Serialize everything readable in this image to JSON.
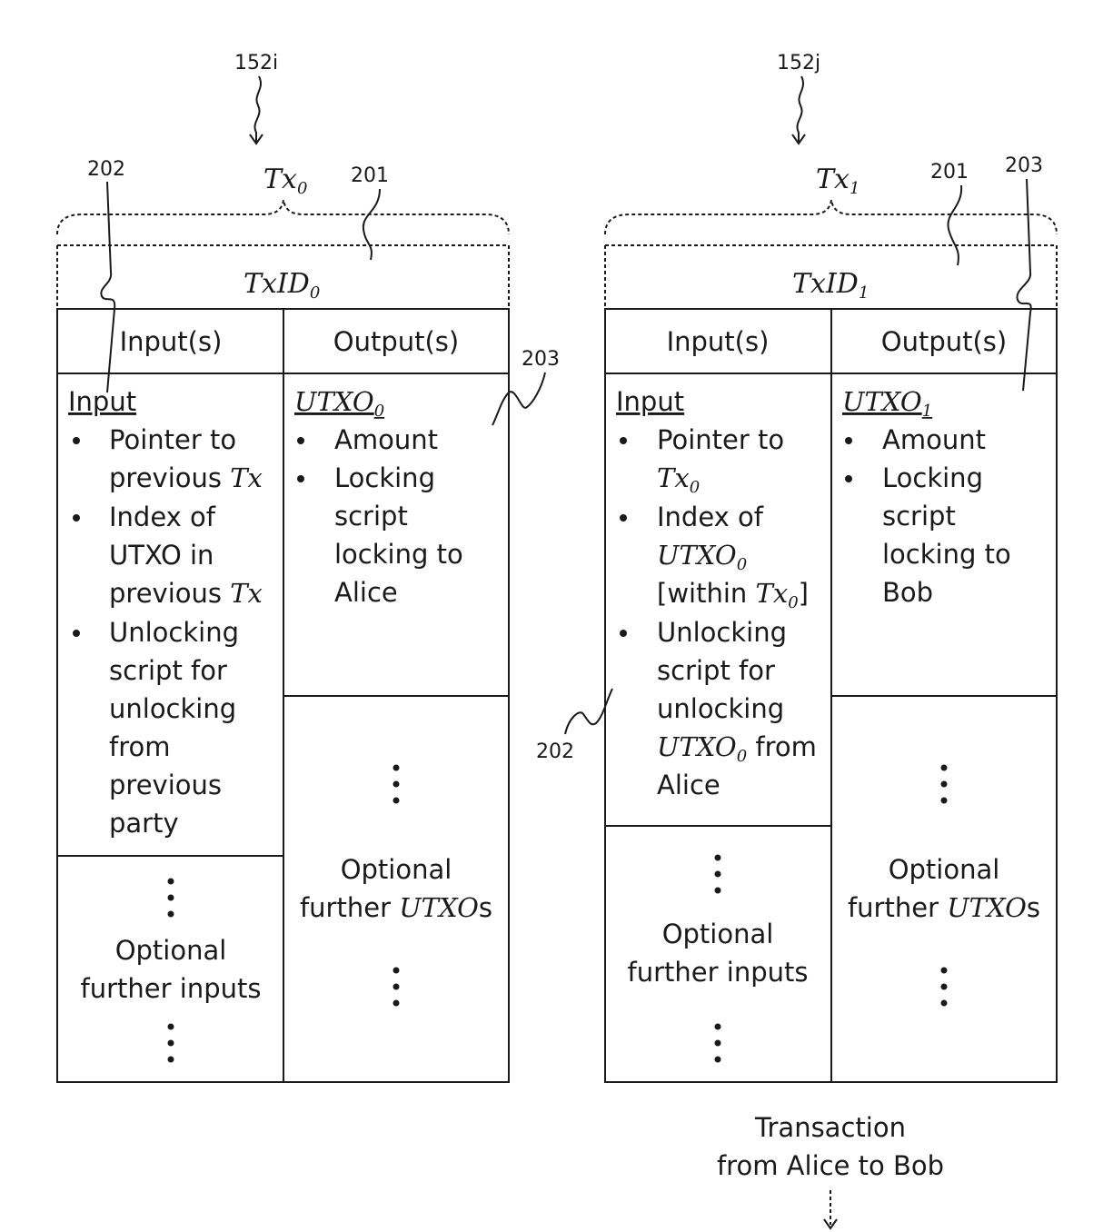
{
  "left": {
    "ref": "152i",
    "tx_base": "Tx",
    "tx_sub": "0",
    "txid_base": "TxID",
    "txid_sub": "0",
    "ref_txid": "201",
    "ref_input": "202",
    "ref_output": "203",
    "inputs_header": "Input(s)",
    "outputs_header": "Output(s)",
    "input_title": "Input",
    "input_lines": [
      "Pointer to",
      "previous ",
      "Index of",
      "UTXO in",
      "previous ",
      "Unlocking",
      "script for",
      "unlocking",
      "from",
      "previous",
      "party"
    ],
    "input_tx_word": "Tx",
    "utxo_base": "UTXO",
    "utxo_sub": "0",
    "output_lines": [
      "Amount",
      "Locking",
      "script",
      "locking to",
      "Alice"
    ],
    "further_inputs": [
      "Optional",
      "further inputs"
    ],
    "further_outputs_1": "Optional",
    "further_outputs_2_pre": "further ",
    "further_outputs_2_ital": "UTXO",
    "further_outputs_2_post": "s"
  },
  "right": {
    "ref": "152j",
    "tx_base": "Tx",
    "tx_sub": "1",
    "txid_base": "TxID",
    "txid_sub": "1",
    "ref_txid": "201",
    "ref_input": "202",
    "ref_output": "203",
    "inputs_header": "Input(s)",
    "outputs_header": "Output(s)",
    "input_title": "Input",
    "pointer": "Pointer to",
    "index_of": "Index of",
    "within_open": "[within ",
    "within_close": "]",
    "unlocking_lines": [
      "Unlocking",
      "script for",
      "unlocking"
    ],
    "from_word": " from",
    "alice": "Alice",
    "utxo_base": "UTXO",
    "utxo_sub": "1",
    "utxo0_sub": "0",
    "output_lines": [
      "Amount",
      "Locking",
      "script",
      "locking to",
      "Bob"
    ],
    "further_inputs": [
      "Optional",
      "further inputs"
    ],
    "further_outputs_1": "Optional",
    "further_outputs_2_pre": "further ",
    "further_outputs_2_ital": "UTXO",
    "further_outputs_2_post": "s"
  },
  "caption": [
    "Transaction",
    "from Alice to Bob"
  ]
}
